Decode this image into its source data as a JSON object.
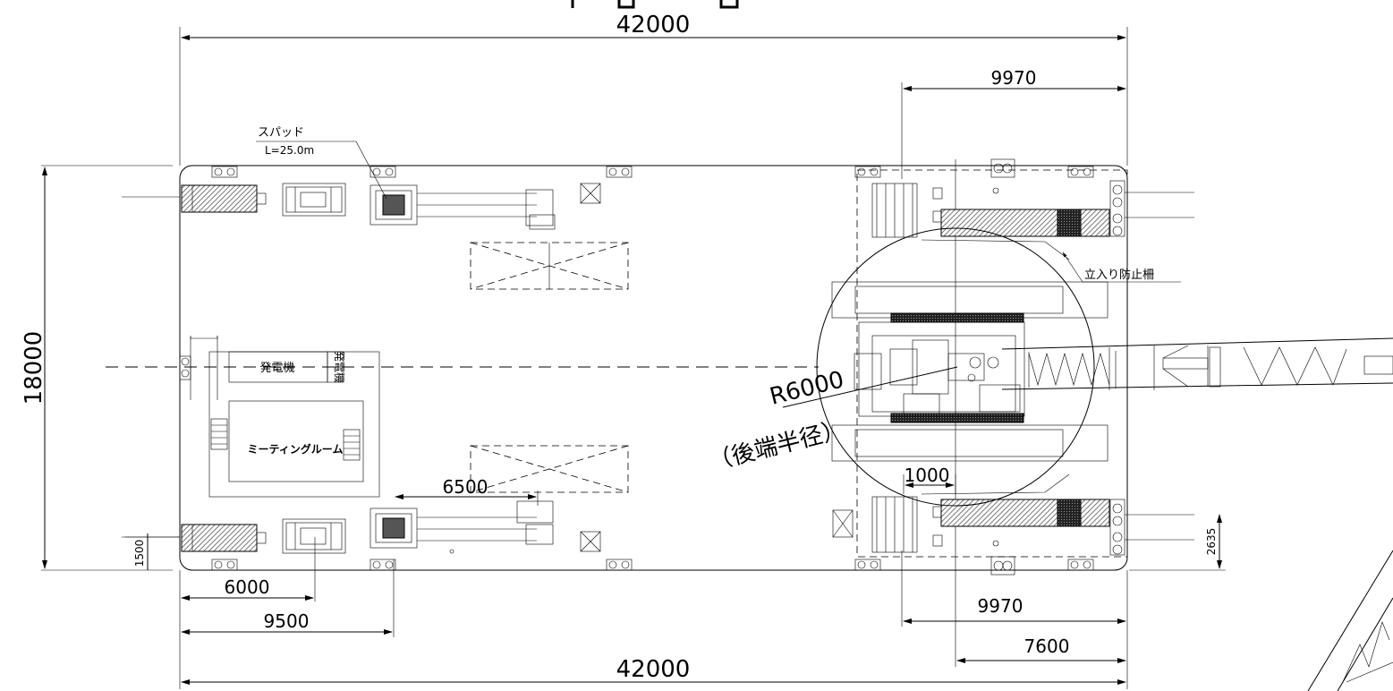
{
  "dimensions": {
    "top_width": "42000",
    "bottom_width": "42000",
    "height": "18000",
    "right_top": "9970",
    "right_bottom": "9970",
    "right_inner": "7600",
    "left_6000": "6000",
    "left_9500": "9500",
    "left_1500": "1500",
    "mid_6500": "6500",
    "right_2635": "2635",
    "crane_1000": "1000"
  },
  "labels": {
    "spud": "スパッド",
    "spud_length": "L=25.0m",
    "fence": "立入り防止柵",
    "generator": "発電機",
    "generator_small": "発電機",
    "meeting_room": "ミーティングルーム",
    "radius": "R6000",
    "radius_note": "（後端半径）"
  }
}
